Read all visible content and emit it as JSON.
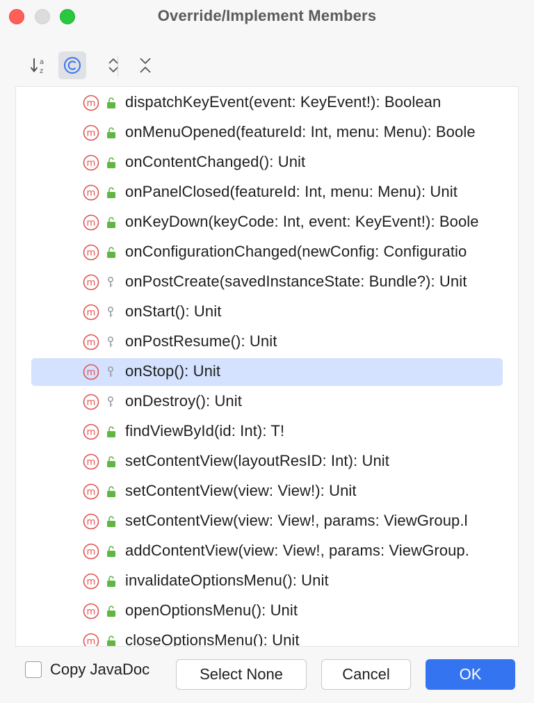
{
  "window": {
    "title": "Override/Implement Members"
  },
  "toolbar": {
    "buttons": [
      {
        "name": "sort-alphabetically",
        "icon": "sort-alpha-icon",
        "active": false
      },
      {
        "name": "show-classes",
        "icon": "class-c-icon",
        "active": true
      },
      {
        "name": "expand-all",
        "icon": "expand-all-icon",
        "active": false
      },
      {
        "name": "collapse-all",
        "icon": "collapse-all-icon",
        "active": false
      }
    ]
  },
  "members": [
    {
      "label": "dispatchKeyEvent(event: KeyEvent!): Boolean",
      "visibility": "public",
      "selected": false
    },
    {
      "label": "onMenuOpened(featureId: Int, menu: Menu): Boole",
      "visibility": "public",
      "selected": false
    },
    {
      "label": "onContentChanged(): Unit",
      "visibility": "public",
      "selected": false
    },
    {
      "label": "onPanelClosed(featureId: Int, menu: Menu): Unit",
      "visibility": "public",
      "selected": false
    },
    {
      "label": "onKeyDown(keyCode: Int, event: KeyEvent!): Boole",
      "visibility": "public",
      "selected": false
    },
    {
      "label": "onConfigurationChanged(newConfig: Configuratio",
      "visibility": "public",
      "selected": false
    },
    {
      "label": "onPostCreate(savedInstanceState: Bundle?): Unit",
      "visibility": "protected",
      "selected": false
    },
    {
      "label": "onStart(): Unit",
      "visibility": "protected",
      "selected": false
    },
    {
      "label": "onPostResume(): Unit",
      "visibility": "protected",
      "selected": false
    },
    {
      "label": "onStop(): Unit",
      "visibility": "protected",
      "selected": true
    },
    {
      "label": "onDestroy(): Unit",
      "visibility": "protected",
      "selected": false
    },
    {
      "label": "findViewById(id: Int): T!",
      "visibility": "public",
      "selected": false
    },
    {
      "label": "setContentView(layoutResID: Int): Unit",
      "visibility": "public",
      "selected": false
    },
    {
      "label": "setContentView(view: View!): Unit",
      "visibility": "public",
      "selected": false
    },
    {
      "label": "setContentView(view: View!, params: ViewGroup.l",
      "visibility": "public",
      "selected": false
    },
    {
      "label": "addContentView(view: View!, params: ViewGroup.",
      "visibility": "public",
      "selected": false
    },
    {
      "label": "invalidateOptionsMenu(): Unit",
      "visibility": "public",
      "selected": false
    },
    {
      "label": "openOptionsMenu(): Unit",
      "visibility": "public",
      "selected": false
    },
    {
      "label": "closeOptionsMenu(): Unit",
      "visibility": "public",
      "selected": false
    }
  ],
  "footer": {
    "copy_javadoc_label": "Copy JavaDoc",
    "copy_javadoc_checked": false,
    "select_none_label": "Select None",
    "cancel_label": "Cancel",
    "ok_label": "OK"
  },
  "colors": {
    "method_icon": "#e0524f",
    "public_icon": "#62b543",
    "protected_icon": "#9aa0a6",
    "selection": "#d4e2ff",
    "ok_button": "#3574f0"
  }
}
